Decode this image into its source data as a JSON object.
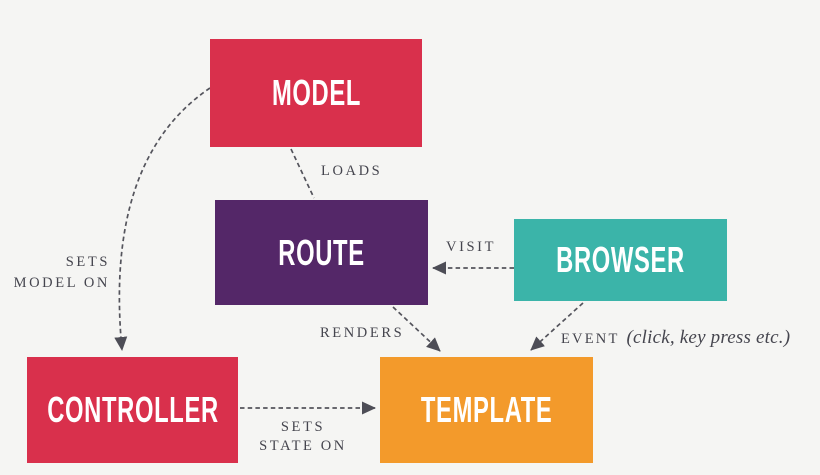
{
  "diagram": {
    "background_color": "#F5F5F3",
    "arrow_color": "#54545C",
    "edge_label_color": "#45454E",
    "nodes": {
      "model": {
        "label": "MODEL",
        "color": "#D9304C"
      },
      "route": {
        "label": "ROUTE",
        "color": "#542768"
      },
      "browser": {
        "label": "BROWSER",
        "color": "#3BB4A9"
      },
      "controller": {
        "label": "CONTROLLER",
        "color": "#D9304C"
      },
      "template": {
        "label": "TEMPLATE",
        "color": "#F39A2B"
      }
    },
    "edges": {
      "loads": {
        "label": "LOADS",
        "from": "model",
        "to": "route",
        "arrowhead": false
      },
      "visit": {
        "label": "VISIT",
        "from": "browser",
        "to": "route",
        "arrowhead": true
      },
      "renders": {
        "label": "RENDERS",
        "from": "route",
        "to": "template",
        "arrowhead": true
      },
      "event": {
        "label": "EVENT",
        "note": "(click, key press etc.)",
        "from": "browser",
        "to": "template",
        "arrowhead": true
      },
      "sets_model_on": {
        "label_line1": "SETS",
        "label_line2": "MODEL ON",
        "from": "model",
        "to": "controller",
        "arrowhead": true
      },
      "sets_state_on": {
        "label_line1": "SETS",
        "label_line2": "STATE ON",
        "from": "controller",
        "to": "template",
        "arrowhead": true
      }
    }
  }
}
